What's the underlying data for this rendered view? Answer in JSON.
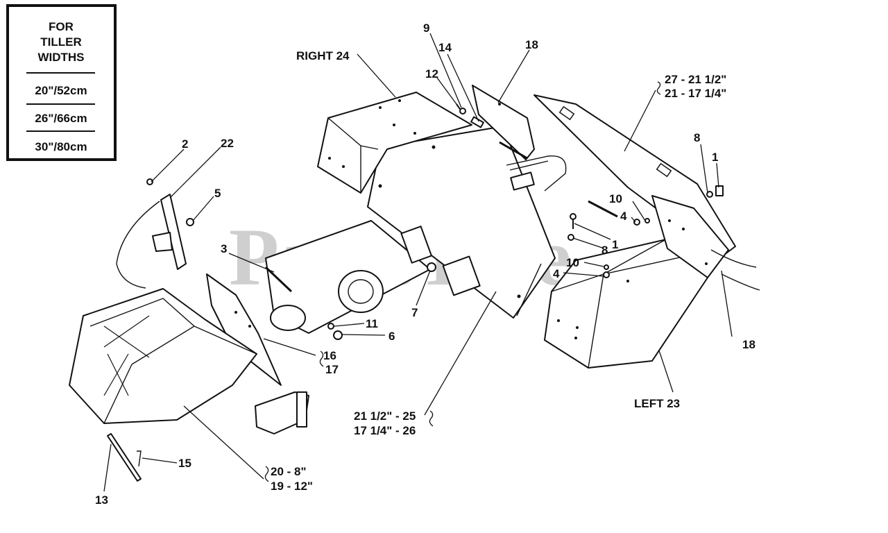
{
  "watermark": "PartsTree",
  "widths_box": {
    "header_lines": [
      "FOR",
      "TILLER",
      "WIDTHS"
    ],
    "rows": [
      "20\"/52cm",
      "26\"/66cm",
      "30\"/80cm"
    ]
  },
  "callouts": {
    "c1": "1",
    "c1b": "1",
    "c2": "2",
    "c3": "3",
    "c4": "4",
    "c4b": "4",
    "c5": "5",
    "c6": "6",
    "c7": "7",
    "c8": "8",
    "c8b": "8",
    "c9": "9",
    "c10": "10",
    "c10b": "10",
    "c11": "11",
    "c12": "12",
    "c13": "13",
    "c14": "14",
    "c15": "15",
    "c16": "16",
    "c17": "17",
    "c18": "18",
    "c18b": "18",
    "c22": "22",
    "right24": "RIGHT 24",
    "left23": "LEFT 23",
    "c27": "27 - 21 1/2\"",
    "c21": "21 - 17 1/4\"",
    "c25": "21 1/2\" - 25",
    "c26": "17 1/4\" - 26",
    "c20": "20 - 8\"",
    "c19": "19 - 12\""
  }
}
